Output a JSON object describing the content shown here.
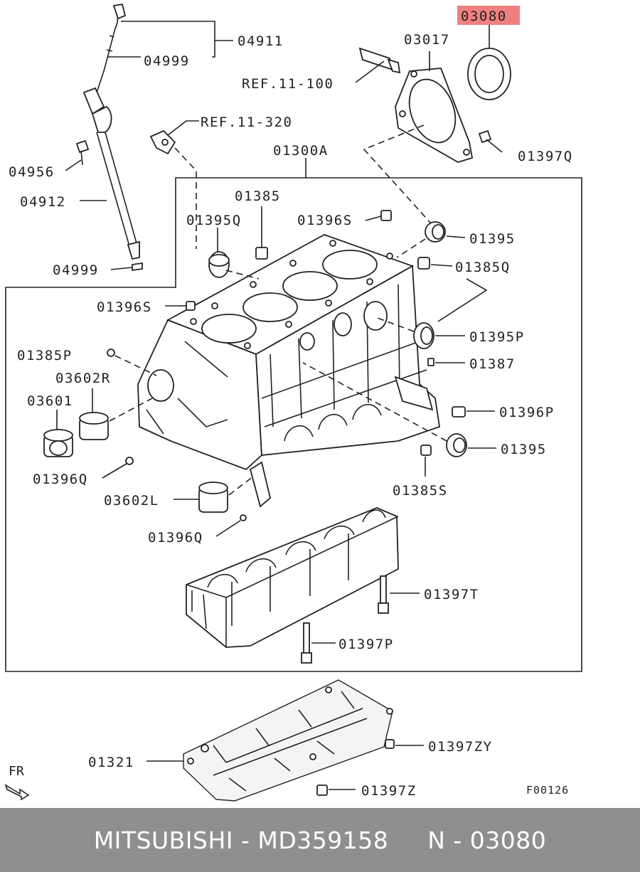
{
  "diagram": {
    "highlight_color": "#f08080",
    "labels": {
      "p03080": "03080",
      "p03017": "03017",
      "p04911": "04911",
      "p04999_top": "04999",
      "ref_11_100": "REF.11-100",
      "ref_11_320": "REF.11-320",
      "p01397Q": "01397Q",
      "p01300A": "01300A",
      "p04956": "04956",
      "p04912": "04912",
      "p01385": "01385",
      "p01395Q": "01395Q",
      "p01396S_top": "01396S",
      "p01395_top": "01395",
      "p01385Q": "01385Q",
      "p04999_bottom": "04999",
      "p01396S_left": "01396S",
      "p01395P": "01395P",
      "p01385P": "01385P",
      "p01387": "01387",
      "p03602R": "03602R",
      "p03601": "03601",
      "p01396P": "01396P",
      "p01395_mid": "01395",
      "p01396Q_left": "01396Q",
      "p01385S": "01385S",
      "p03602L": "03602L",
      "p01396Q_low": "01396Q",
      "p01397T": "01397T",
      "p01397P": "01397P",
      "p01397ZY": "01397ZY",
      "p01321": "01321",
      "p01397Z": "01397Z",
      "fr": "FR",
      "figure_code": "F00126"
    }
  },
  "footer": {
    "background": "#8f8f8f",
    "text": "MITSUBISHI - MD359158     N - 03080"
  }
}
